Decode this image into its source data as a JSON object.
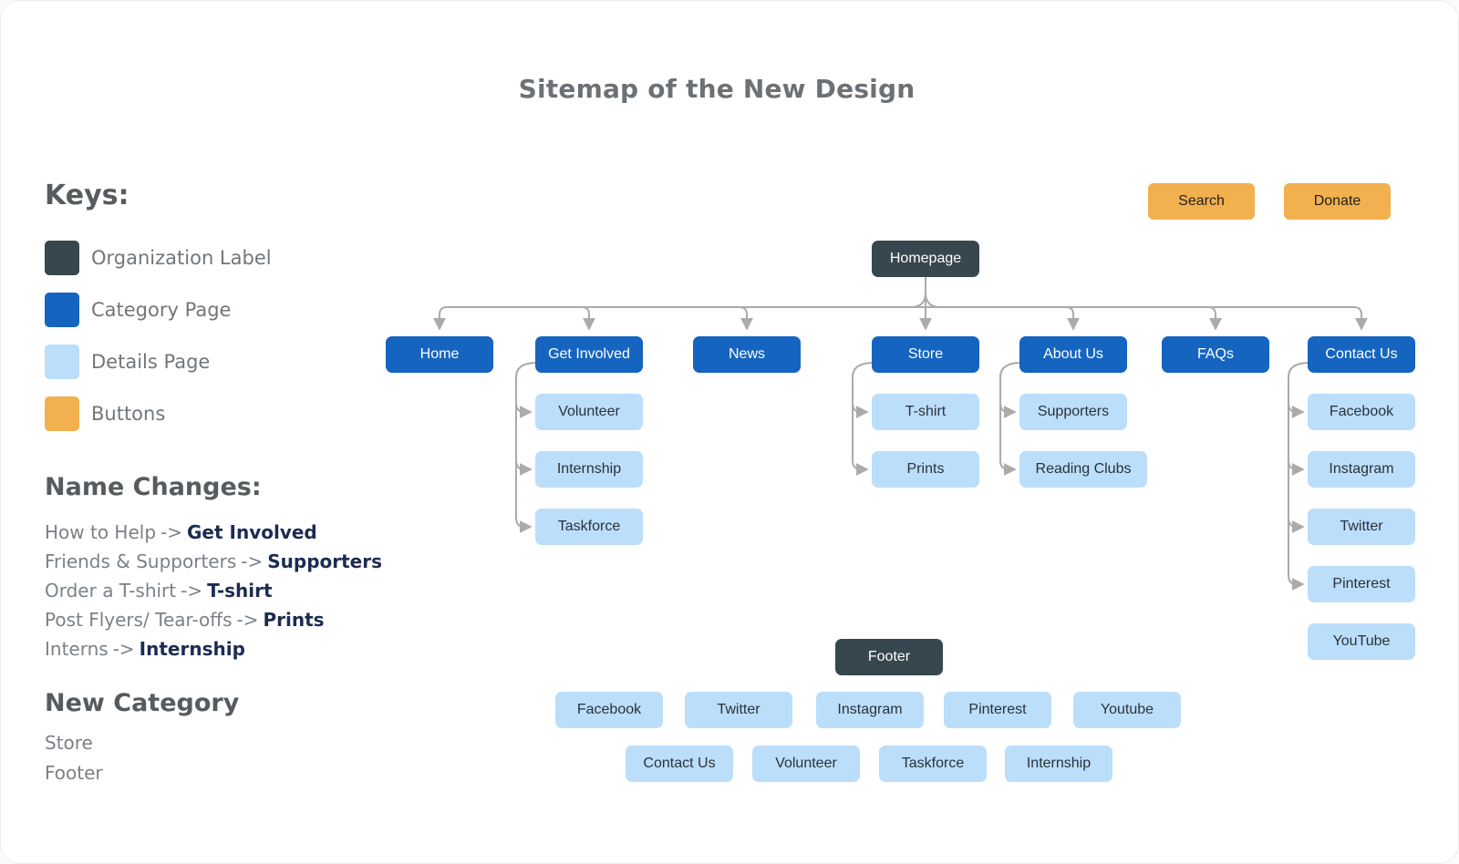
{
  "title": "Sitemap of the New Design",
  "colors": {
    "org": "#37474F",
    "category": "#1565C0",
    "details": "#BBDEFB",
    "button": "#F2B04E",
    "connector": "#ABABAB"
  },
  "legend": {
    "heading": "Keys:",
    "items": [
      {
        "label": "Organization Label",
        "type": "org"
      },
      {
        "label": "Category Page",
        "type": "category"
      },
      {
        "label": "Details Page",
        "type": "details"
      },
      {
        "label": "Buttons",
        "type": "button"
      }
    ]
  },
  "name_changes": {
    "heading": "Name Changes:",
    "arrow": "->",
    "items": [
      {
        "from": "How to Help",
        "to": "Get Involved"
      },
      {
        "from": "Friends & Supporters",
        "to": "Supporters"
      },
      {
        "from": "Order a T-shirt",
        "to": "T-shirt"
      },
      {
        "from": "Post Flyers/ Tear-offs",
        "to": "Prints"
      },
      {
        "from": "Interns",
        "to": "Internship"
      }
    ]
  },
  "new_category": {
    "heading": "New Category",
    "items": [
      "Store",
      "Footer"
    ]
  },
  "action_buttons": [
    {
      "label": "Search"
    },
    {
      "label": "Donate"
    }
  ],
  "sitemap": {
    "root": {
      "label": "Homepage"
    },
    "categories": [
      {
        "label": "Home",
        "children": []
      },
      {
        "label": "Get Involved",
        "children": [
          {
            "label": "Volunteer"
          },
          {
            "label": "Internship"
          },
          {
            "label": "Taskforce"
          }
        ]
      },
      {
        "label": "News",
        "children": []
      },
      {
        "label": "Store",
        "children": [
          {
            "label": "T-shirt"
          },
          {
            "label": "Prints"
          }
        ]
      },
      {
        "label": "About Us",
        "children": [
          {
            "label": "Supporters"
          },
          {
            "label": "Reading Clubs"
          }
        ]
      },
      {
        "label": "FAQs",
        "children": []
      },
      {
        "label": "Contact Us",
        "children": [
          {
            "label": "Facebook"
          },
          {
            "label": "Instagram"
          },
          {
            "label": "Twitter"
          },
          {
            "label": "Pinterest"
          },
          {
            "label": "YouTube"
          }
        ]
      }
    ]
  },
  "footer": {
    "label": "Footer",
    "row1": [
      {
        "label": "Facebook"
      },
      {
        "label": "Twitter"
      },
      {
        "label": "Instagram"
      },
      {
        "label": "Pinterest"
      },
      {
        "label": "Youtube"
      }
    ],
    "row2": [
      {
        "label": "Contact Us"
      },
      {
        "label": "Volunteer"
      },
      {
        "label": "Taskforce"
      },
      {
        "label": "Internship"
      }
    ]
  }
}
